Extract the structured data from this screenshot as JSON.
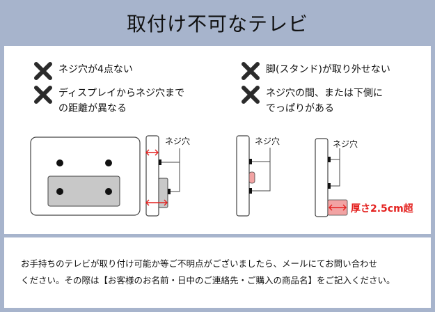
{
  "title": "取付け不可なテレビ",
  "conditions": [
    {
      "icon": "cross-icon",
      "lines": [
        "ネジ穴が4点ない"
      ]
    },
    {
      "icon": "cross-icon",
      "lines": [
        "ディスプレイからネジ穴まで",
        "の距離が異なる"
      ]
    },
    {
      "icon": "cross-icon",
      "lines": [
        "脚(スタンド)が取り外せない"
      ]
    },
    {
      "icon": "cross-icon",
      "lines": [
        "ネジ穴の間、または下側に",
        "でっぱりがある"
      ]
    }
  ],
  "diagram": {
    "screw_hole_label": "ネジ穴",
    "thickness_label": "厚さ2.5cm超",
    "colors": {
      "cross": "#2b2b2b",
      "arrow": "#e4211f",
      "bulge": "#f2a3a3",
      "plate": "#c8c8c8"
    }
  },
  "note": {
    "line1": "お手持ちのテレビが取り付け可能か等ご不明点がございましたら、メールにてお問い合わせ",
    "line2": "ください。その際は【お客様のお名前・日中のご連絡先・ご購入の商品名】をご記入ください。"
  }
}
